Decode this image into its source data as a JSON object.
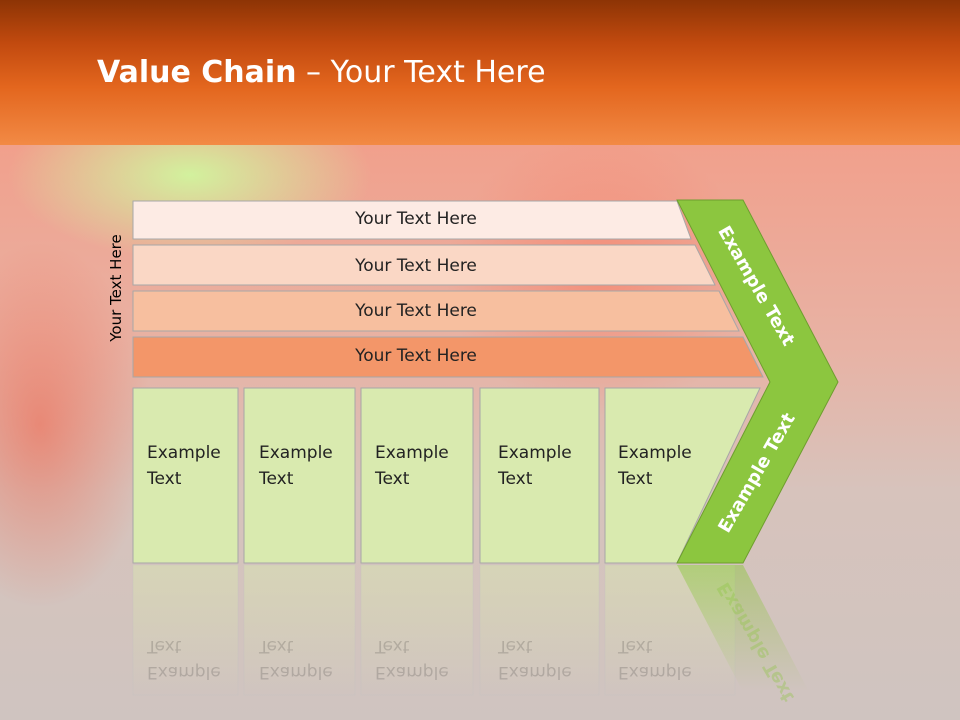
{
  "slide": {
    "title_bold": "Value Chain",
    "title_rest": " – Your Text Here",
    "vertical_label": "Your Text Here"
  },
  "support_bars": [
    {
      "label": "Your Text Here",
      "fill": "#fdebe4"
    },
    {
      "label": "Your Text Here",
      "fill": "#fad7c5"
    },
    {
      "label": "Your Text Here",
      "fill": "#f7bf9f"
    },
    {
      "label": "Your Text Here",
      "fill": "#f39669"
    }
  ],
  "primary_boxes": [
    {
      "line1": "Example",
      "line2": "Text"
    },
    {
      "line1": "Example",
      "line2": "Text"
    },
    {
      "line1": "Example",
      "line2": "Text"
    },
    {
      "line1": "Example",
      "line2": "Text"
    },
    {
      "line1": "Example",
      "line2": "Text"
    }
  ],
  "margin_arrow": {
    "upper_label": "Example Text",
    "lower_label": "Example Text",
    "fill": "#8cc63f"
  },
  "colors": {
    "header_orange": "#e3661e",
    "box_fill": "#d9eaaf",
    "arrow_green": "#8cc63f"
  }
}
